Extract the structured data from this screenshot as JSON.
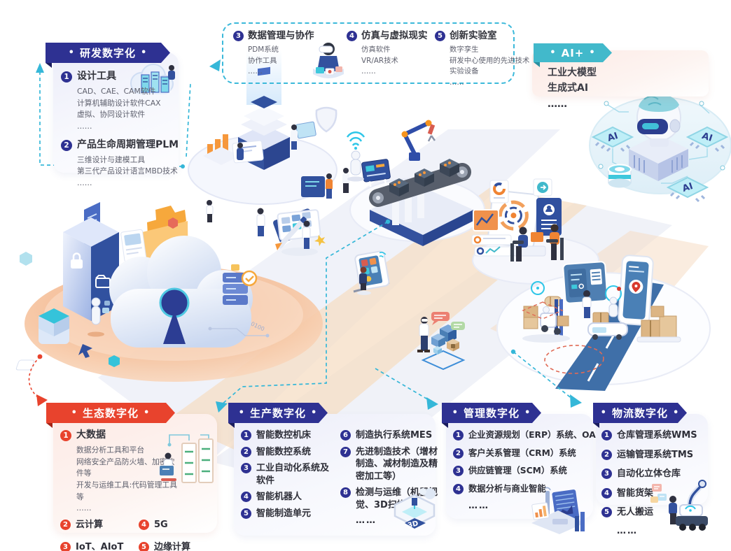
{
  "ui": {
    "dot": "•",
    "ellipsis": "……"
  },
  "colors": {
    "navy": "#2e3192",
    "red": "#e8432d",
    "teal": "#42b9cb",
    "cyan_dash": "#35b7d8",
    "orange": "#f7941e",
    "peach": "#f6ddc4"
  },
  "icons": {
    "ai_chip_label": "AI",
    "printer_label": "3D",
    "bullet": "•"
  },
  "decor": {
    "binary_text": "00 010 0100"
  },
  "rd_card": {
    "title": "研发数字化",
    "items": [
      {
        "num": "1",
        "title": "设计工具",
        "lines": [
          "CAD、CAE、CAM软件",
          "计算机辅助设计软件CAX",
          "虚拟、协同设计软件",
          "……"
        ]
      },
      {
        "num": "2",
        "title": "产品生命周期管理PLM",
        "lines": [
          "三维设计与建模工具",
          "第三代产品设计语言MBD技术",
          "……"
        ]
      }
    ]
  },
  "top_group": {
    "items": [
      {
        "num": "3",
        "title": "数据管理与协作",
        "lines": [
          "PDM系统",
          "协作工具",
          "……"
        ]
      },
      {
        "num": "4",
        "title": "仿真与虚拟现实",
        "lines": [
          "仿真软件",
          "VR/AR技术",
          "……"
        ]
      },
      {
        "num": "5",
        "title": "创新实验室",
        "lines": [
          "数字孪生",
          "研发中心使用的先进技术",
          "实验设备",
          "……"
        ]
      }
    ]
  },
  "ai_card": {
    "title": "AI+",
    "lines": [
      "工业大模型",
      "生成式AI",
      "……"
    ]
  },
  "eco_card": {
    "title": "生态数字化",
    "main": {
      "num": "1",
      "title": "大数据",
      "lines": [
        "数据分析工具和平台",
        "网络安全产品防火墙、加密软件等",
        "开发与运维工具:代码管理工具等",
        "……"
      ]
    },
    "grid": [
      {
        "num": "2",
        "label": "云计算"
      },
      {
        "num": "4",
        "label": "5G"
      },
      {
        "num": "3",
        "label": "IoT、AIoT"
      },
      {
        "num": "5",
        "label": "边缘计算"
      }
    ]
  },
  "prod_card": {
    "title": "生产数字化",
    "left": [
      {
        "num": "1",
        "label": "智能数控机床"
      },
      {
        "num": "2",
        "label": "智能数控系统"
      },
      {
        "num": "3",
        "label": "工业自动化系统及软件"
      },
      {
        "num": "4",
        "label": "智能机器人"
      },
      {
        "num": "5",
        "label": "智能制造单元"
      }
    ],
    "right": [
      {
        "num": "6",
        "label": "制造执行系统MES"
      },
      {
        "num": "7",
        "label": "先进制造技术（增材制造、减材制造及精密加工等）"
      },
      {
        "num": "8",
        "label": "检测与运维（机器视觉、3D扫描等）"
      }
    ],
    "more": "……"
  },
  "mgmt_card": {
    "title": "管理数字化",
    "items": [
      {
        "num": "1",
        "label": "企业资源规划（ERP）系统、OA等"
      },
      {
        "num": "2",
        "label": "客户关系管理（CRM）系统"
      },
      {
        "num": "3",
        "label": "供应链管理（SCM）系统"
      },
      {
        "num": "4",
        "label": "数据分析与商业智能"
      }
    ],
    "more": "……"
  },
  "logi_card": {
    "title": "物流数字化",
    "items": [
      {
        "num": "1",
        "label": "仓库管理系统WMS"
      },
      {
        "num": "2",
        "label": "运输管理系统TMS"
      },
      {
        "num": "3",
        "label": "自动化立体仓库"
      },
      {
        "num": "4",
        "label": "智能货架"
      },
      {
        "num": "5",
        "label": "无人搬运"
      }
    ],
    "more": "……"
  }
}
